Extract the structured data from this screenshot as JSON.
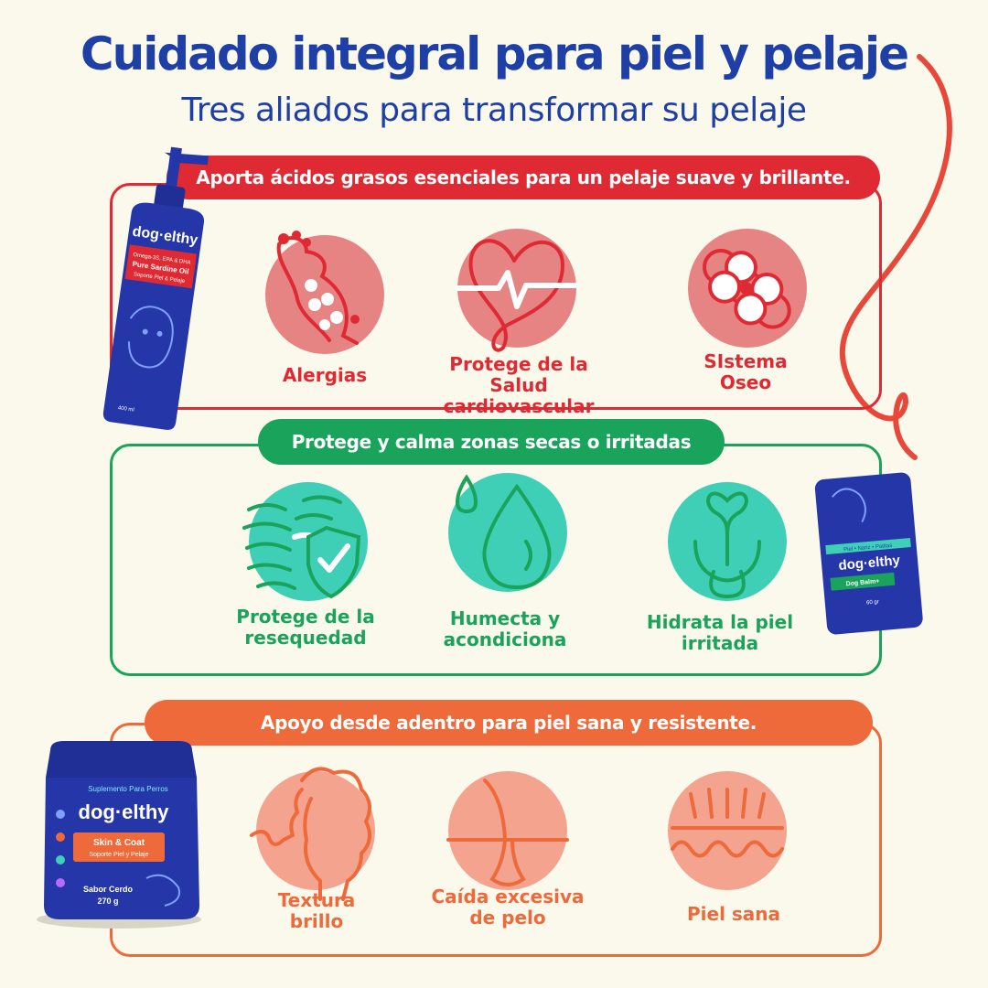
{
  "header": {
    "title": "Cuidado integral para piel y pelaje",
    "subtitle": "Tres aliados para transformar su pelaje"
  },
  "colors": {
    "title_blue": "#1d3fa6",
    "red": "#e02a33",
    "green": "#1aa35a",
    "orange": "#ee6a3a",
    "red_circle": "#e68383",
    "green_circle": "#3fcfb7",
    "orange_circle": "#f4a38f",
    "product_blue": "#2436a8"
  },
  "sections": [
    {
      "banner": "Aporta ácidos grasos esenciales para un pelaje suave y brillante.",
      "benefits": [
        {
          "icon": "paw-allergy-icon",
          "lines": [
            "Alergias"
          ]
        },
        {
          "icon": "heart-pulse-icon",
          "lines": [
            "Salud",
            "cardiovascular"
          ]
        },
        {
          "icon": "bone-joint-icon",
          "lines": [
            "SIstema",
            "Oseo"
          ]
        }
      ]
    },
    {
      "banner": "Protege y calma zonas secas o irritadas",
      "benefits": [
        {
          "icon": "shield-skin-icon",
          "lines": [
            "Protege de la",
            "resequedad"
          ]
        },
        {
          "icon": "water-drops-icon",
          "lines": [
            "Humecta y",
            "acondiciona"
          ]
        },
        {
          "icon": "irritated-skin-icon",
          "lines": [
            "Hidrata la piel",
            "irritada"
          ]
        }
      ]
    },
    {
      "banner": "Apoyo desde adentro para piel sana y resistente.",
      "benefits": [
        {
          "icon": "poodle-texture-icon",
          "lines": [
            "Textura",
            "brillo"
          ]
        },
        {
          "icon": "hair-follicle-icon",
          "lines": [
            "Caída excesiva",
            "de pelo"
          ]
        },
        {
          "icon": "healthy-skin-icon",
          "lines": [
            "Piel sana"
          ]
        }
      ]
    }
  ],
  "products": {
    "oil": {
      "brand": "dog·elthy",
      "line1": "Omega-3S, EPA & DHA",
      "line2": "Pure Sardine Oil",
      "line3": "Soporte Piel & Pelaje",
      "size": "400 ml"
    },
    "balm": {
      "brand": "dog·elthy",
      "line1": "Piel • Nariz • Patitas",
      "line2": "Dog Balm+",
      "size": "60 gr"
    },
    "jar": {
      "tag": "Suplemento Para Perros",
      "brand": "dog·elthy",
      "line1": "Skin & Coat",
      "line2": "Soporte Piel y Pelaje",
      "flavor": "Sabor Cerdo",
      "weight": "270 g"
    }
  }
}
